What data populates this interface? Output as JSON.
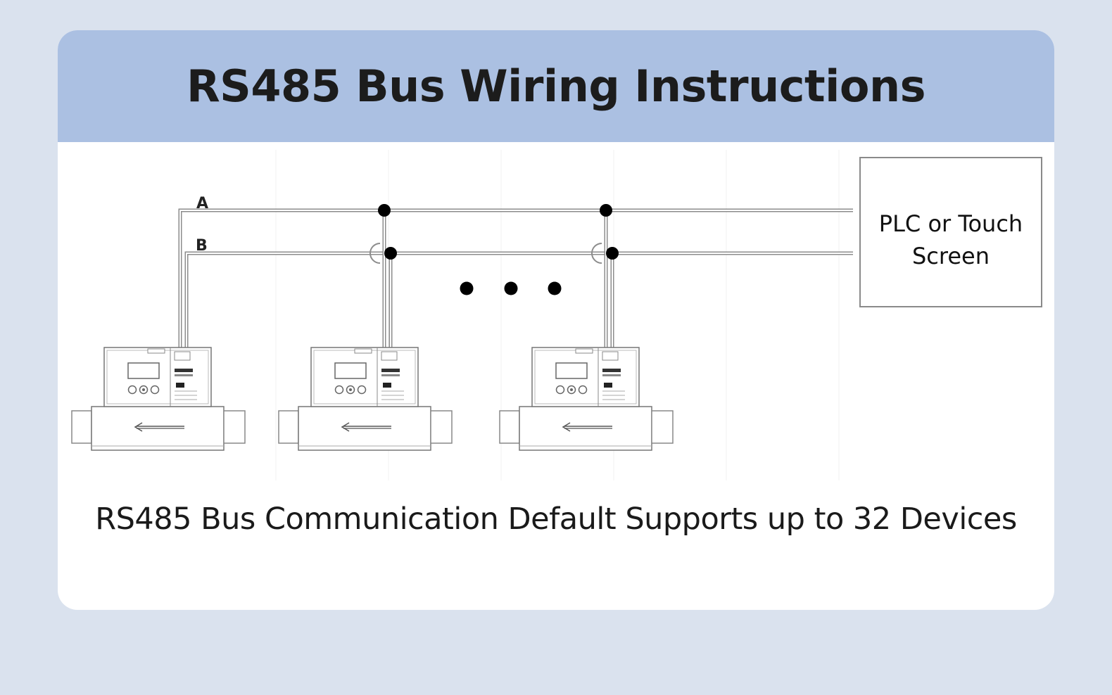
{
  "header": {
    "title": "RS485 Bus Wiring Instructions"
  },
  "diagram": {
    "line_a_label": "A",
    "line_b_label": "B",
    "controller": {
      "line1": "PLC or Touch",
      "line2": "Screen"
    },
    "device_icon": "flow-meter-icon",
    "continuation_icon": "ellipsis-dots-icon"
  },
  "caption": "RS485 Bus Communication Default Supports up to 32 Devices",
  "colors": {
    "page_background": "#dae2ee",
    "header_background": "#abc0e2",
    "card_background": "#ffffff",
    "wire": "#8c8c8c"
  }
}
